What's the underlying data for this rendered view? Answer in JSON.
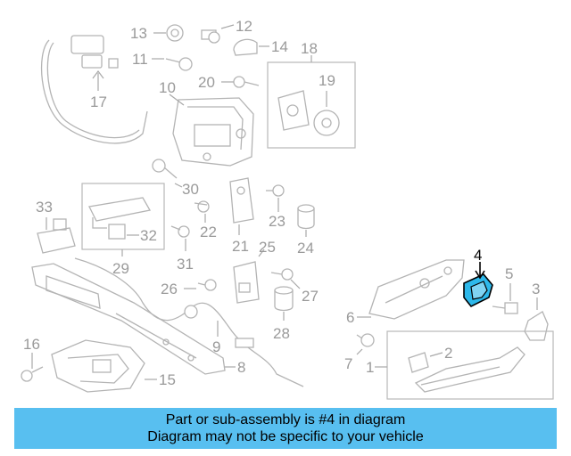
{
  "callouts": {
    "c1": "1",
    "c2": "2",
    "c3": "3",
    "c4": "4",
    "c5": "5",
    "c6": "6",
    "c7": "7",
    "c8": "8",
    "c9": "9",
    "c10": "10",
    "c11": "11",
    "c12": "12",
    "c13": "13",
    "c14": "14",
    "c15": "15",
    "c16": "16",
    "c17": "17",
    "c18": "18",
    "c19": "19",
    "c20": "20",
    "c21": "21",
    "c22": "22",
    "c23": "23",
    "c24": "24",
    "c25": "25",
    "c26": "26",
    "c27": "27",
    "c28": "28",
    "c29": "29",
    "c30": "30",
    "c31": "31",
    "c32": "32",
    "c33": "33"
  },
  "highlighted_part": "4",
  "colors": {
    "highlight_fill": "#2db8ea",
    "line_art": "#b4b4b4",
    "banner_background": "#58bff0"
  },
  "banner": {
    "line1": "Part or sub-assembly is #4 in diagram",
    "line2": "Diagram may not be specific to your vehicle"
  }
}
